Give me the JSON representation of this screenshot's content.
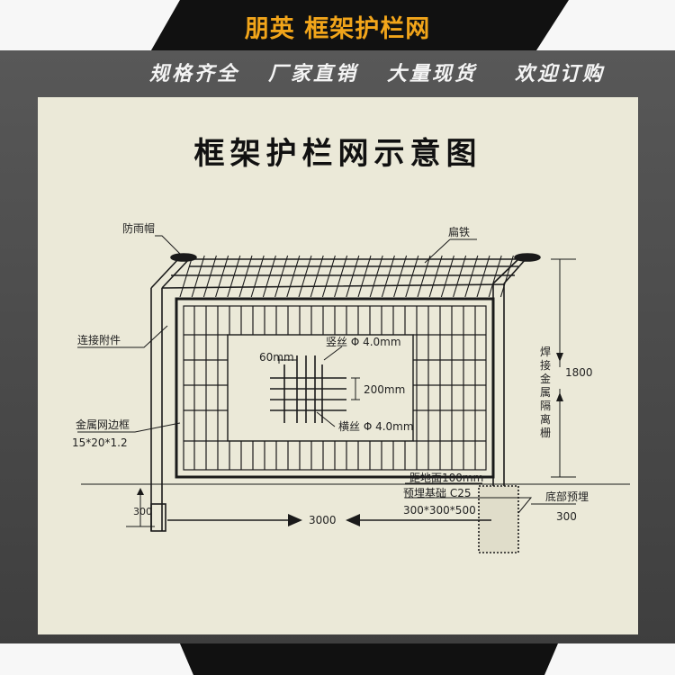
{
  "banner": {
    "title": "朋英 框架护栏网"
  },
  "slogans": [
    "规格齐全",
    "厂家直销",
    "大量现货",
    "欢迎订购"
  ],
  "diagram": {
    "heading": "框架护栏网示意图",
    "labels": {
      "rain_cap": "防雨帽",
      "flat_iron": "扁铁",
      "connector": "连接附件",
      "frame_edge": "金属网边框",
      "frame_size": "15*20*1.2",
      "vertical_wire": "竖丝 Φ 4.0mm",
      "horizontal_wire": "横丝 Φ 4.0mm",
      "spacing_small": "60mm",
      "spacing_large": "200mm",
      "height": "1800",
      "fence_name": "焊接金属隔离栅",
      "ground_gap": "距地面100mm",
      "foundation": "预埋基础 C25",
      "foundation_size": "300*300*500",
      "bottom_embed": "底部预埋",
      "bottom_embed_value": "300",
      "span": "3000",
      "embed_depth": "300"
    }
  },
  "colors": {
    "banner_black": "#111111",
    "banner_white": "#f7f7f7",
    "title_orange": "#f2a51a",
    "panel_bg": "#ebe9d8",
    "line": "#1a1a1a"
  }
}
